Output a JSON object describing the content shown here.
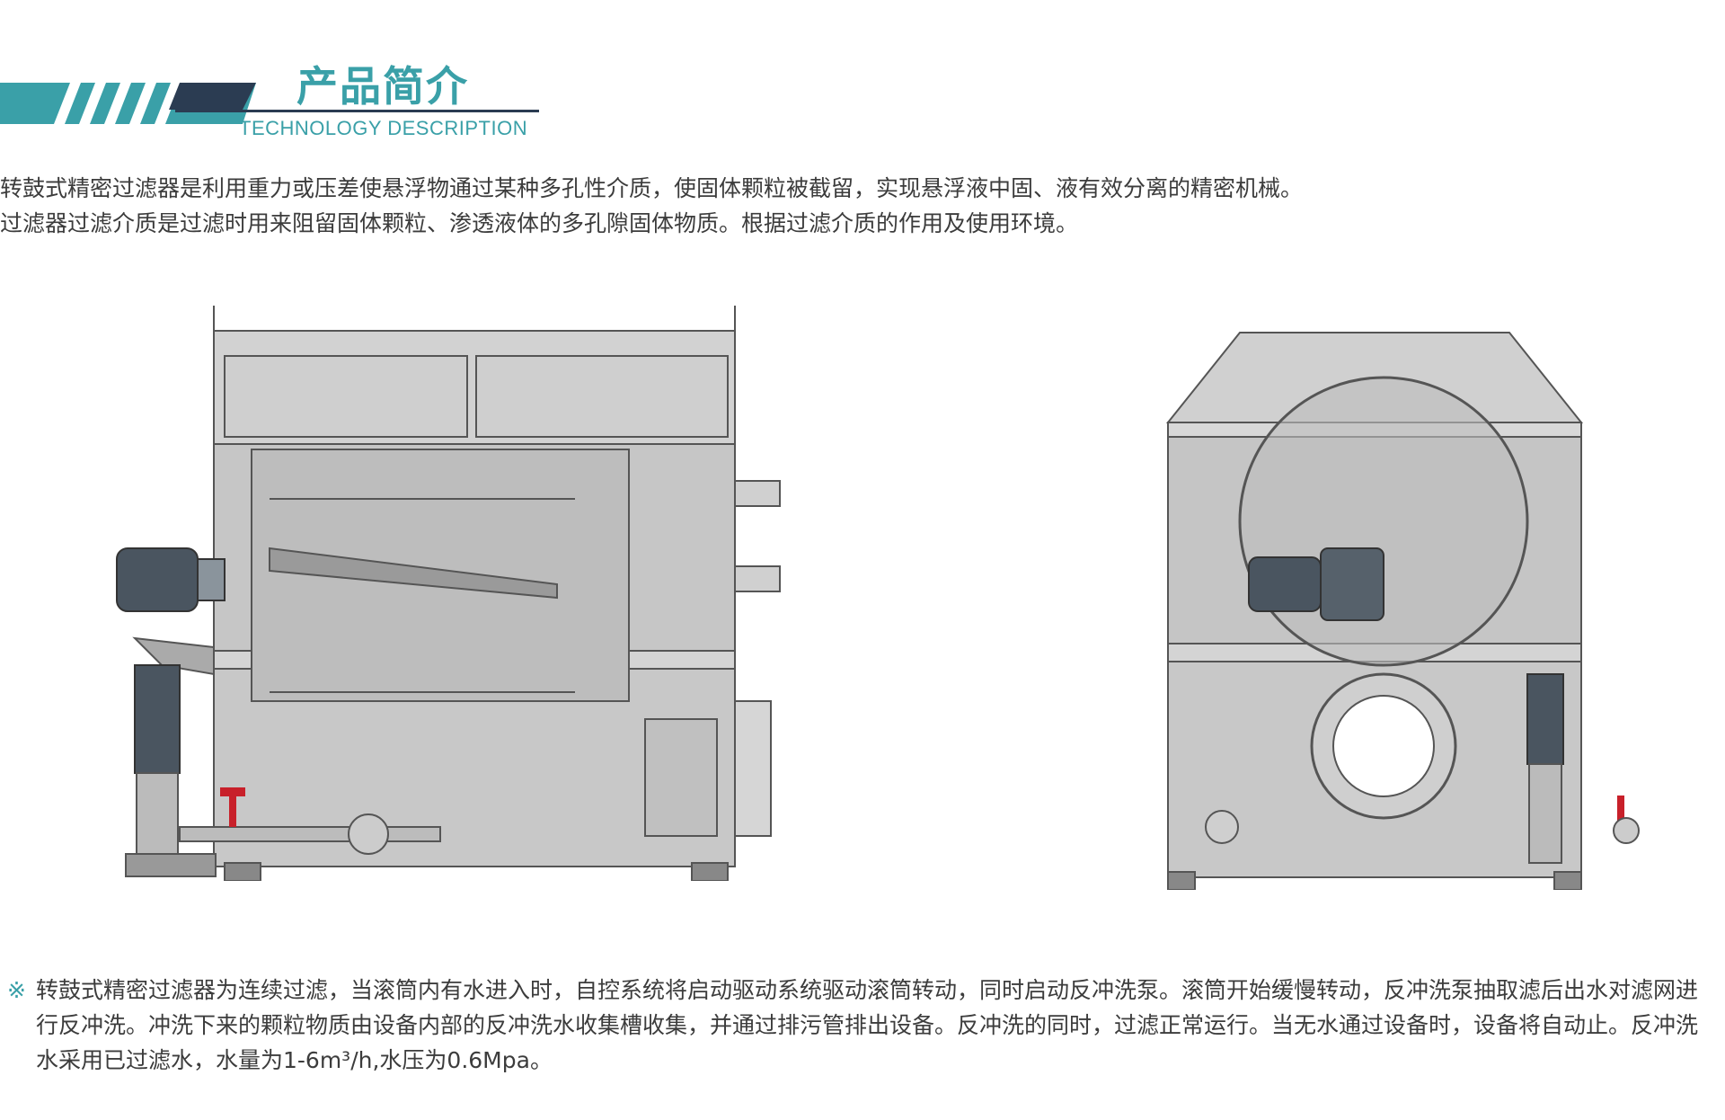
{
  "header": {
    "title_cn": "产品简介",
    "title_en": "TECHNOLOGY DESCRIPTION"
  },
  "intro": {
    "line1": "转鼓式精密过滤器是利用重力或压差使悬浮物通过某种多孔性介质，使固体颗粒被截留，实现悬浮液中固、液有效分离的精密机械。",
    "line2": "过滤器过滤介质是过滤时用来阻留固体颗粒、渗透液体的多孔隙固体物质。根据过滤介质的作用及使用环境。"
  },
  "note": {
    "mark": "※",
    "text": "转鼓式精密过滤器为连续过滤，当滚筒内有水进入时，自控系统将启动驱动系统驱动滚筒转动，同时启动反冲洗泵。滚筒开始缓慢转动，反冲洗泵抽取滤后出水对滤网进行反冲洗。冲洗下来的颗粒物质由设备内部的反冲洗水收集槽收集，并通过排污管排出设备。反冲洗的同时，过滤正常运行。当无水通过设备时，设备将自动止。反冲洗水采用已过滤水，水量为1-6m³/h,水压为0.6Mpa。"
  },
  "colors": {
    "accent": "#3aa0a8",
    "dark": "#2b3c52",
    "machine_body": "#c9c9c9",
    "valve_red": "#c8202a",
    "motor": "#4a5560"
  }
}
